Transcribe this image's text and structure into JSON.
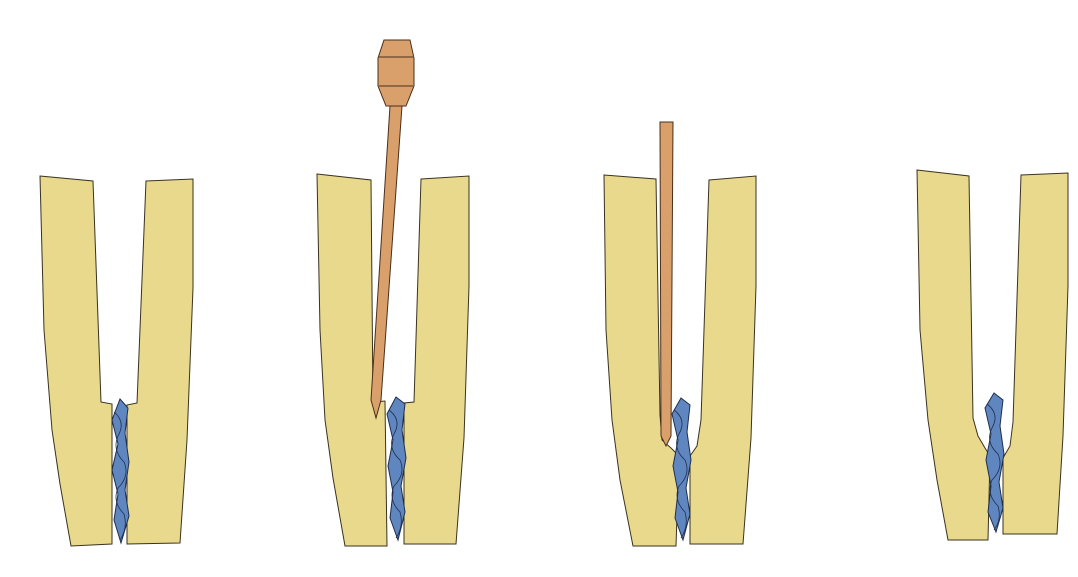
{
  "diagram": {
    "panels": [
      {
        "id": "panel-1",
        "instrument": "none"
      },
      {
        "id": "panel-2",
        "instrument": "tapered-plugger"
      },
      {
        "id": "panel-3",
        "instrument": "straight-plugger"
      },
      {
        "id": "panel-4",
        "instrument": "none"
      }
    ],
    "colors": {
      "background": "#ffffff",
      "tooth": "#e8d98d",
      "tooth_outline": "#3a3220",
      "sealer": "#5f86bf",
      "sealer_outline": "#1f2f4f",
      "instrument": "#d9a06b",
      "instrument_outline": "#4a2f1c"
    }
  }
}
